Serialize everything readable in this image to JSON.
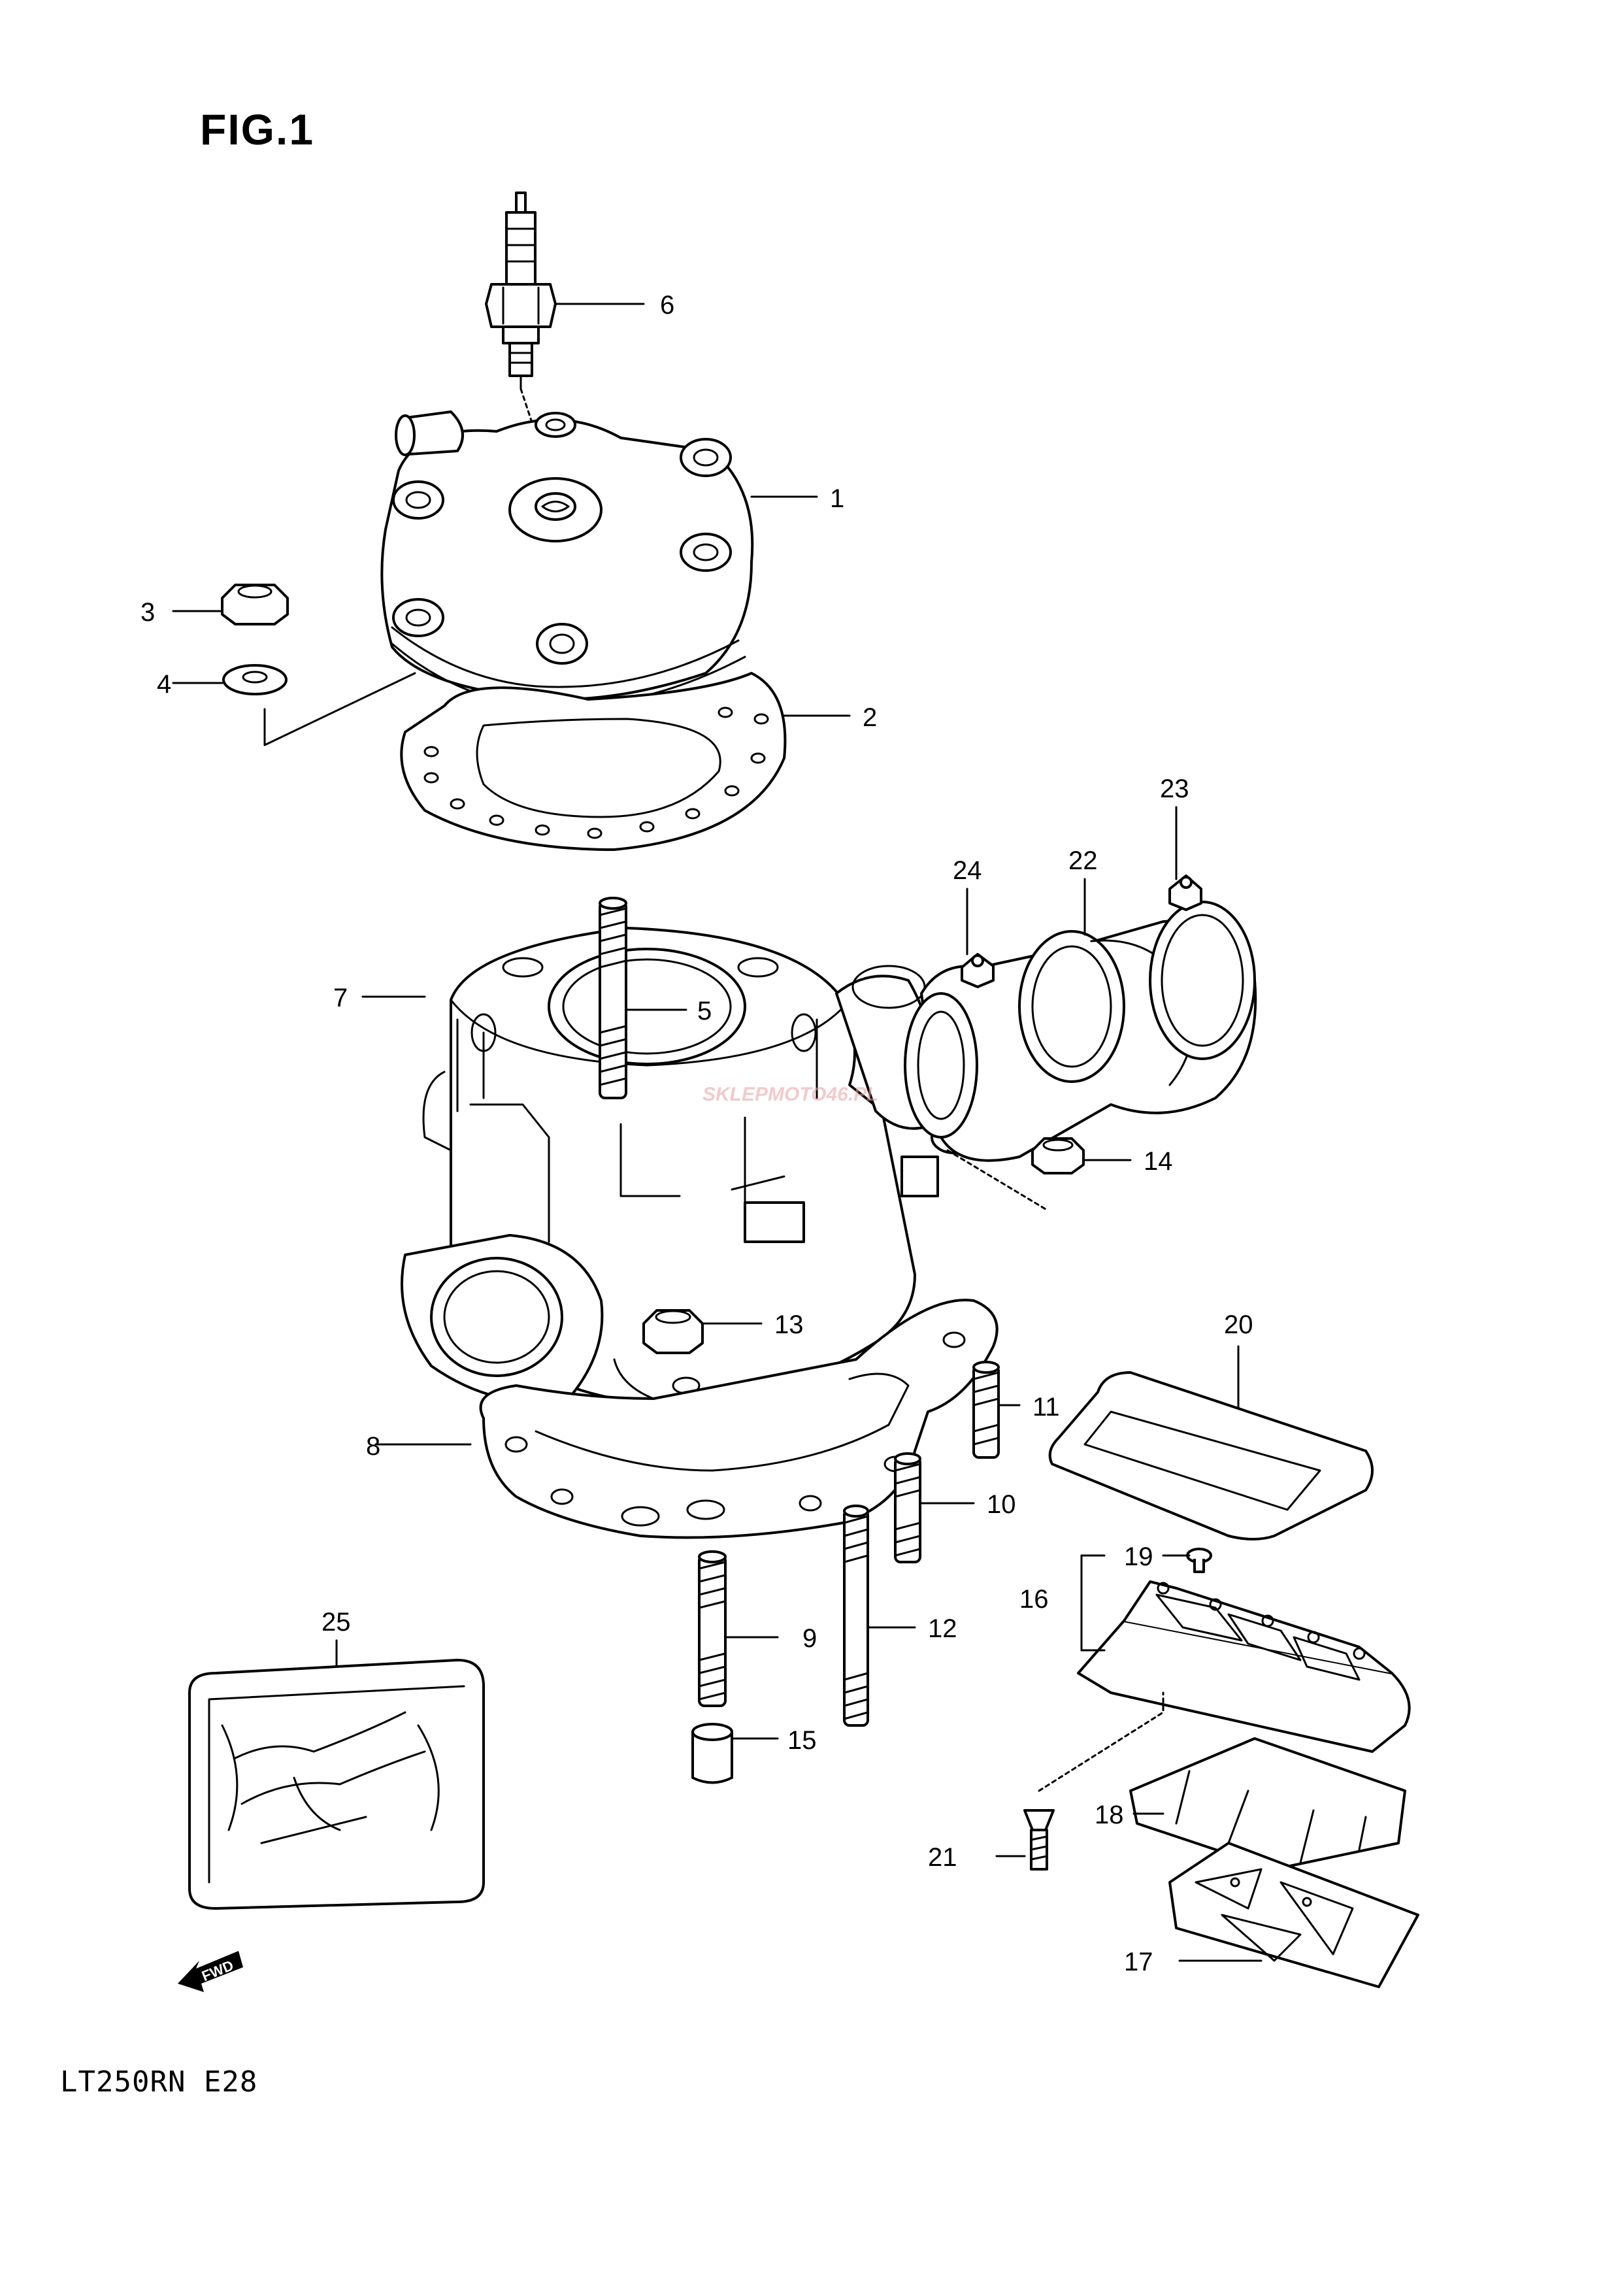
{
  "figure": {
    "title": "FIG.1",
    "model_code": "LT250RN  E28"
  },
  "watermark": "SKLEPMOTO46.PL",
  "fwd_label": "FWD",
  "callouts": [
    "1",
    "2",
    "3",
    "4",
    "5",
    "6",
    "7",
    "8",
    "9",
    "10",
    "11",
    "12",
    "13",
    "14",
    "15",
    "16",
    "17",
    "18",
    "19",
    "20",
    "21",
    "22",
    "23",
    "24",
    "25"
  ]
}
